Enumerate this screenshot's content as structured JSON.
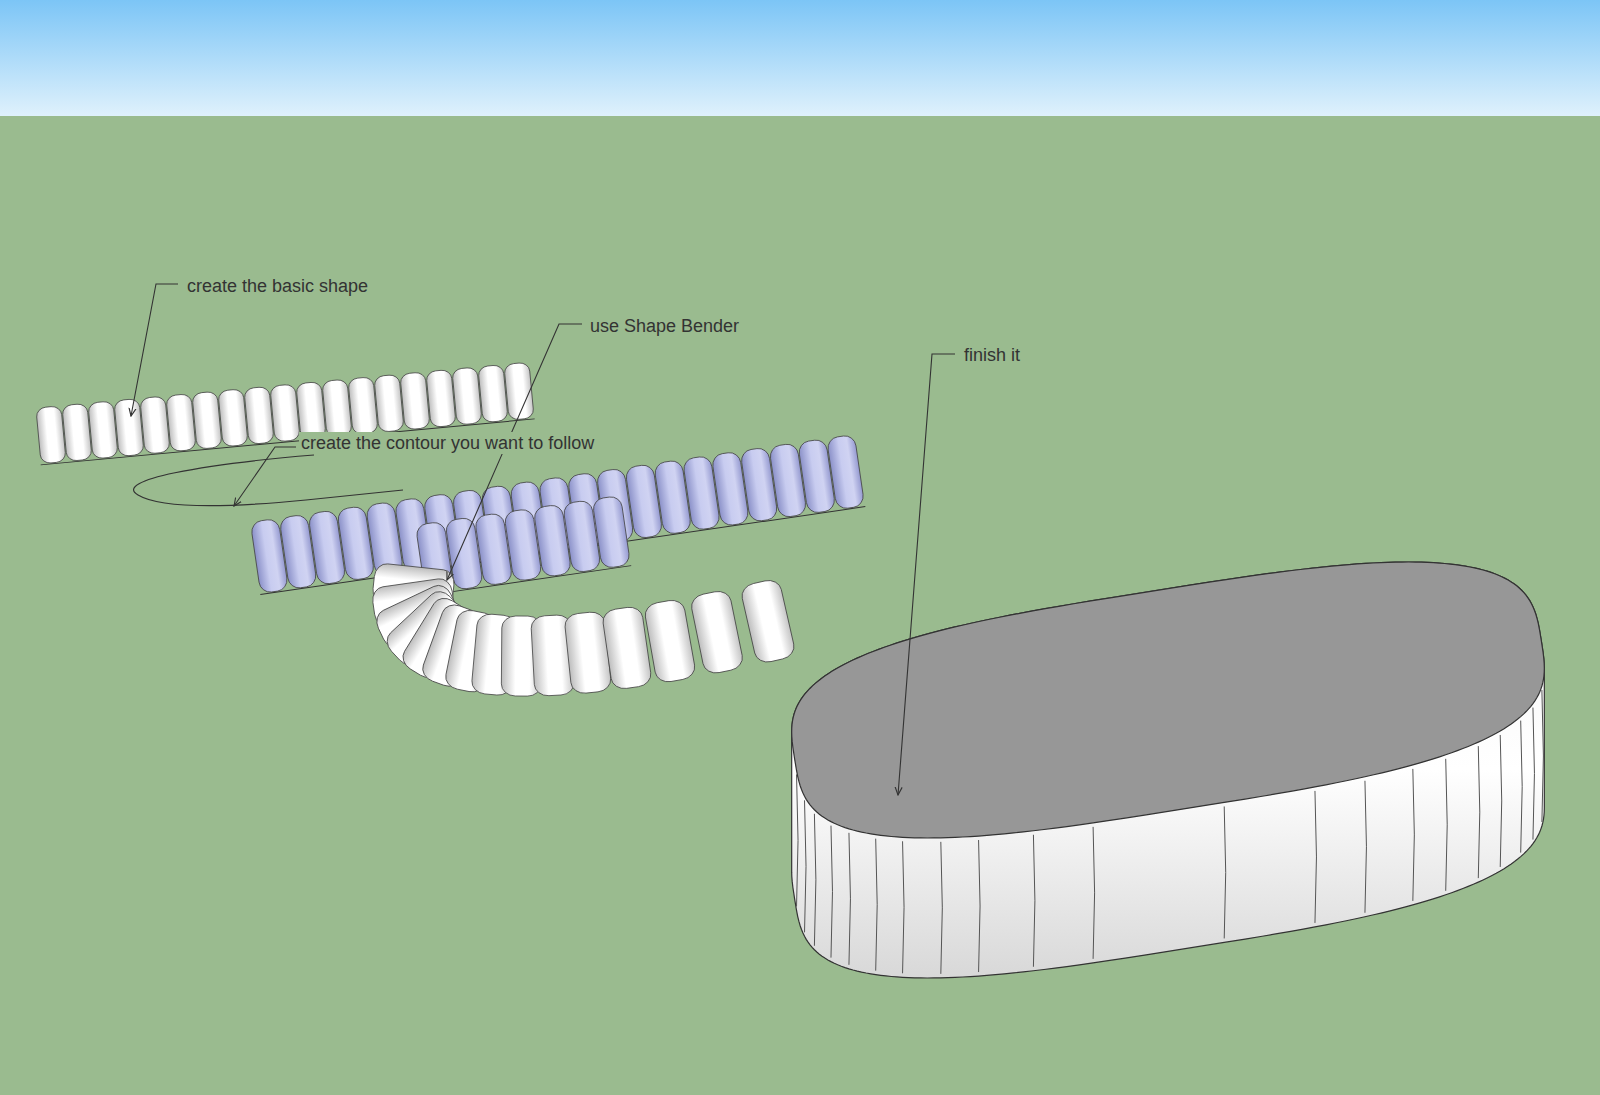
{
  "diagram": {
    "labels": [
      "create the basic shape",
      "use Shape Bender",
      "finish it",
      "create the contour you want to follow"
    ]
  }
}
